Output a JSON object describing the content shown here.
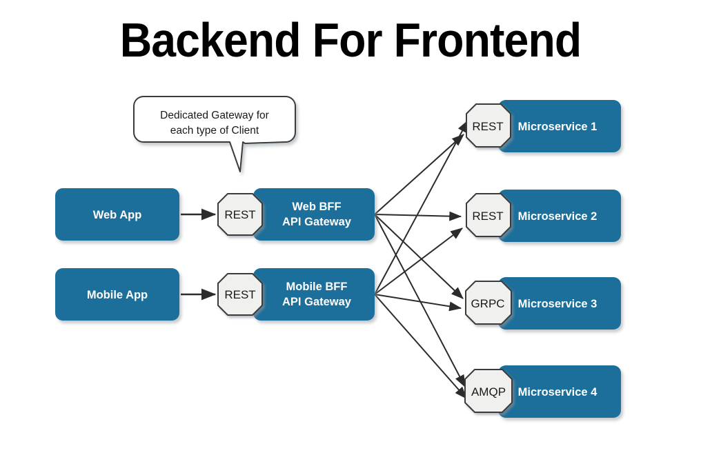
{
  "page": {
    "title": "Backend For Frontend",
    "background_color": "#ffffff"
  },
  "colors": {
    "box_blue": "#1b6e9b",
    "box_blue_edge": "#17658f",
    "badge_fill": "#f0f0ef",
    "badge_stroke": "#3a3a3a",
    "arrow": "#333333",
    "text_on_blue": "#ffffff",
    "text_dark": "#1a1a1a",
    "shadow": "#c9ccce",
    "bubble_fill": "#ffffff",
    "bubble_stroke": "#3a3a3a"
  },
  "callout": {
    "name": "dedicated-gateway-callout",
    "line1": "Dedicated Gateway for",
    "line2": "each type of Client"
  },
  "clients": [
    {
      "id": "web-app",
      "label": "Web App"
    },
    {
      "id": "mobile-app",
      "label": "Mobile App"
    }
  ],
  "client_protocols": [
    {
      "id": "web-app-rest",
      "label": "REST"
    },
    {
      "id": "mobile-app-rest",
      "label": "REST"
    }
  ],
  "gateways": [
    {
      "id": "web-bff",
      "line1": "Web BFF",
      "line2": "API Gateway"
    },
    {
      "id": "mobile-bff",
      "line1": "Mobile BFF",
      "line2": "API Gateway"
    }
  ],
  "gateway_protocols": [
    {
      "id": "web-bff-rest",
      "label": "REST"
    },
    {
      "id": "mobile-bff-rest",
      "label": "REST"
    }
  ],
  "microservices": [
    {
      "id": "microservice-1",
      "label": "Microservice 1",
      "protocol": "REST"
    },
    {
      "id": "microservice-2",
      "label": "Microservice 2",
      "protocol": "REST"
    },
    {
      "id": "microservice-3",
      "label": "Microservice 3",
      "protocol": "GRPC"
    },
    {
      "id": "microservice-4",
      "label": "Microservice 4",
      "protocol": "AMQP"
    }
  ],
  "connections": {
    "client_to_gateway": [
      {
        "from": "web-app",
        "to": "web-bff",
        "protocol": "REST"
      },
      {
        "from": "mobile-app",
        "to": "mobile-bff",
        "protocol": "REST"
      }
    ],
    "gateway_to_microservice": [
      {
        "from": "web-bff",
        "to": "microservice-1",
        "protocol": "REST"
      },
      {
        "from": "web-bff",
        "to": "microservice-2",
        "protocol": "REST"
      },
      {
        "from": "web-bff",
        "to": "microservice-3",
        "protocol": "GRPC"
      },
      {
        "from": "web-bff",
        "to": "microservice-4",
        "protocol": "AMQP"
      },
      {
        "from": "mobile-bff",
        "to": "microservice-1",
        "protocol": "REST"
      },
      {
        "from": "mobile-bff",
        "to": "microservice-2",
        "protocol": "REST"
      },
      {
        "from": "mobile-bff",
        "to": "microservice-3",
        "protocol": "GRPC"
      },
      {
        "from": "mobile-bff",
        "to": "microservice-4",
        "protocol": "AMQP"
      }
    ]
  }
}
